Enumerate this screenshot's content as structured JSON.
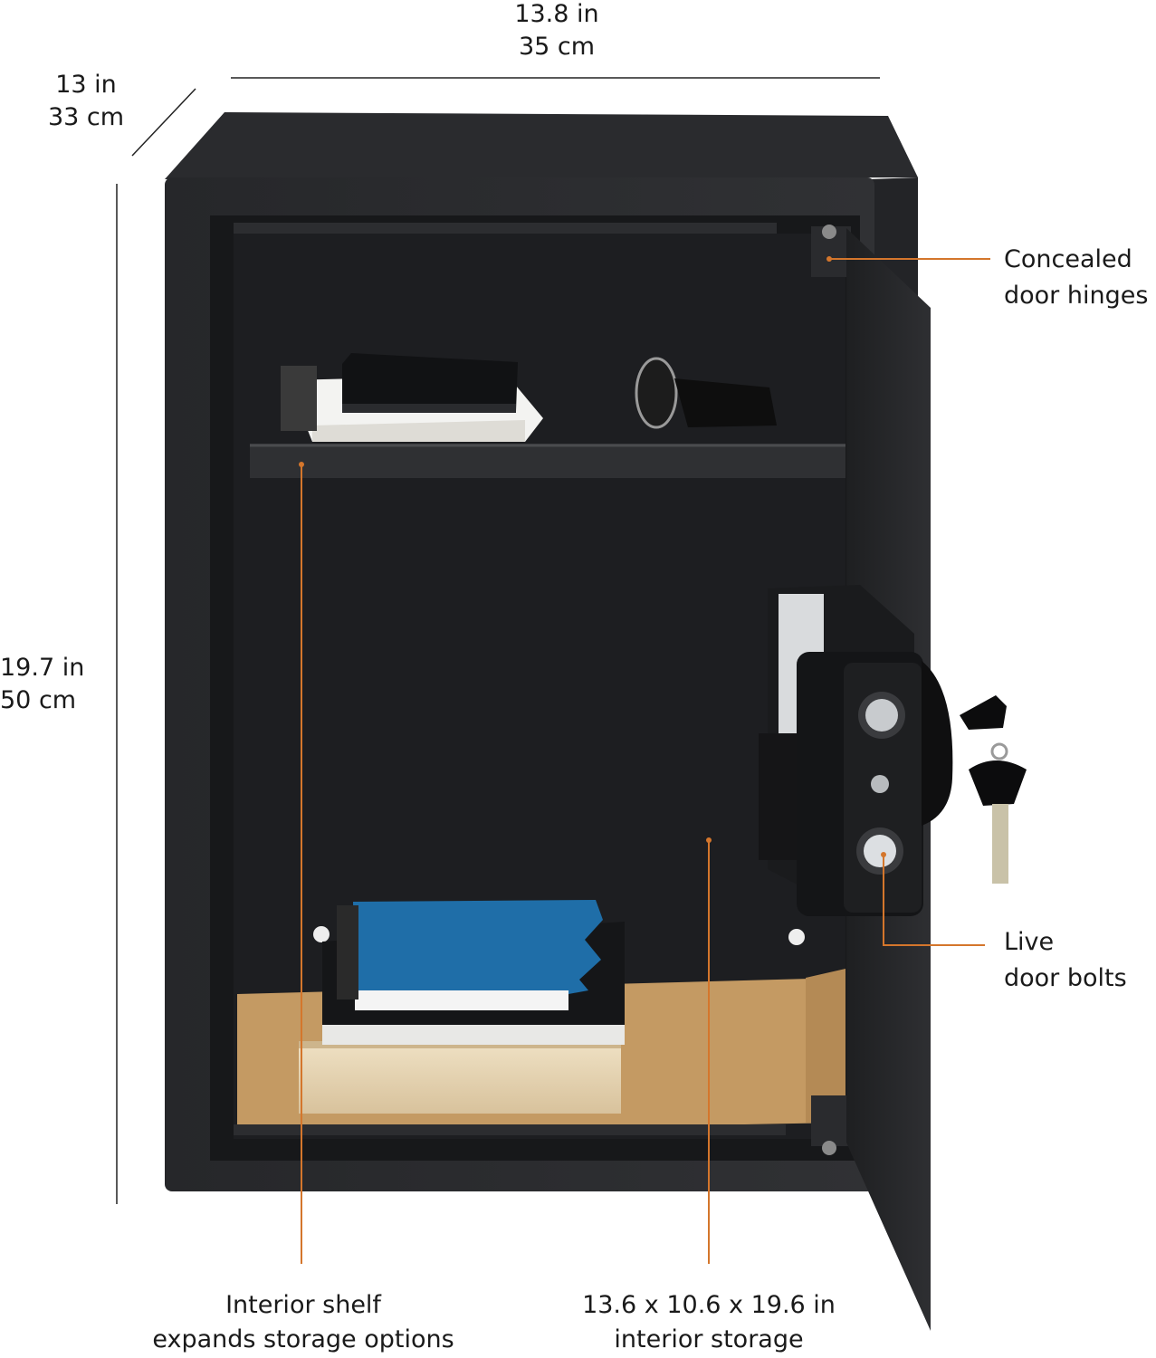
{
  "dimensions": {
    "width": {
      "line1": "13.8  in",
      "line2": "35 cm"
    },
    "depth": {
      "line1": "13 in",
      "line2": "33 cm"
    },
    "height": {
      "line1": "19.7 in",
      "line2": "50 cm"
    }
  },
  "callouts": {
    "hinges": {
      "line1": "Concealed",
      "line2": "door hinges"
    },
    "bolts": {
      "line1": "Live",
      "line2": "door bolts"
    },
    "shelf": {
      "line1": "Interior shelf",
      "line2": "expands storage options"
    },
    "storage": {
      "line1": "13.6 x 10.6 x 19.6 in",
      "line2": "interior storage"
    }
  },
  "colors": {
    "callout_line": "#d4762c",
    "safe_body": "#2b2c2e",
    "safe_interior": "#1d1e20",
    "cardboard": "#c49a63"
  }
}
